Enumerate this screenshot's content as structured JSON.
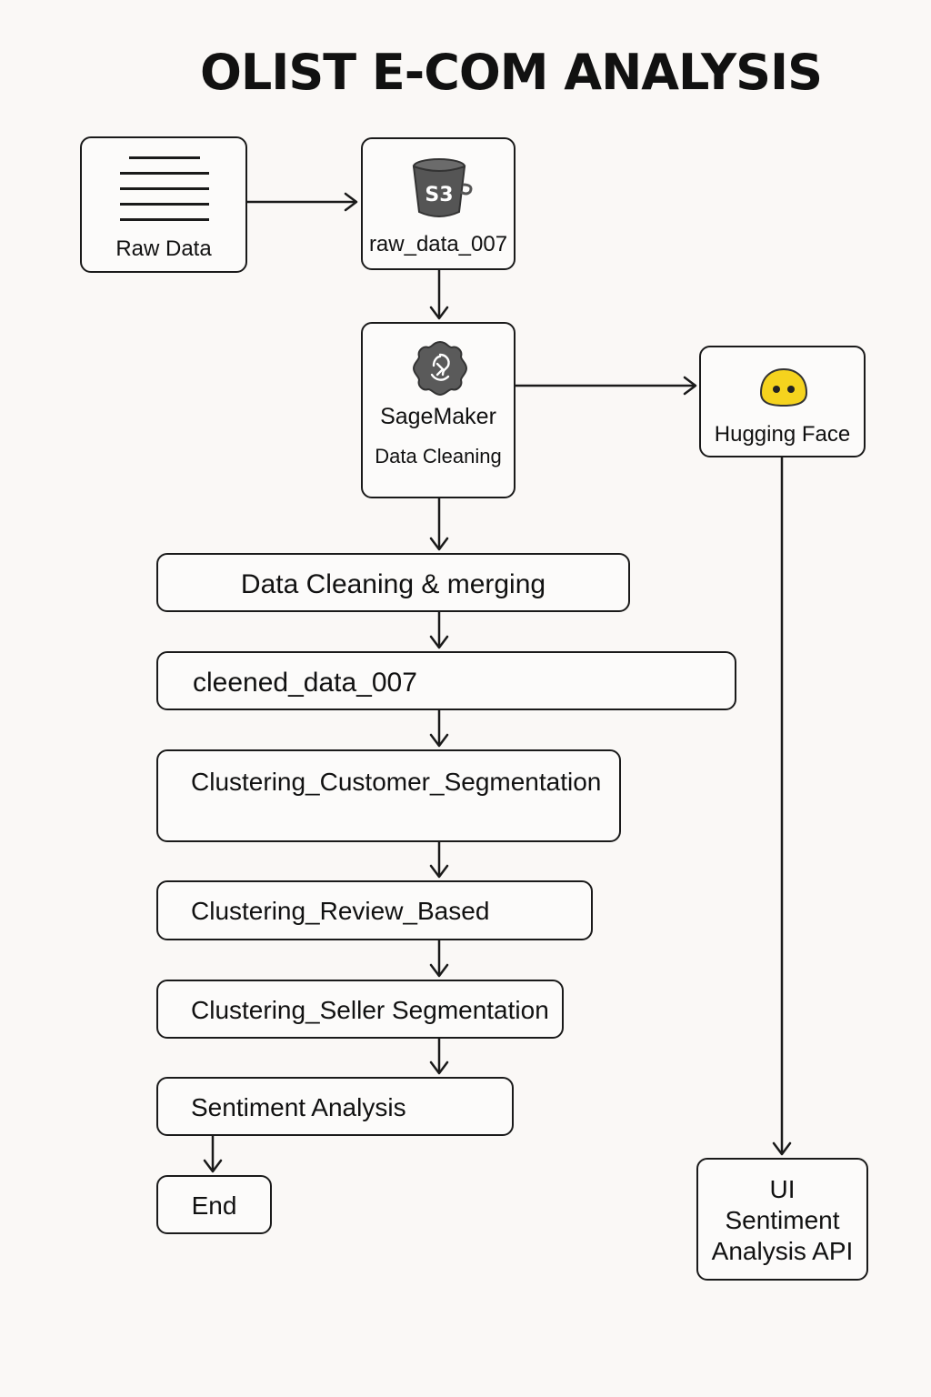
{
  "title": "OLIST E-COM ANALYSIS",
  "nodes": {
    "raw_data": {
      "label": "Raw Data",
      "icon": "document-lines-icon"
    },
    "s3": {
      "label": "raw_data_007",
      "icon": "s3-bucket-icon",
      "icon_text": "S3",
      "icon_color": "#555555"
    },
    "sagemaker": {
      "label": "SageMaker",
      "sublabel": "Data Cleaning",
      "icon": "sagemaker-icon",
      "icon_color": "#555555"
    },
    "hugging_face": {
      "label": "Hugging Face",
      "icon": "hugging-face-icon",
      "icon_color": "#F5D31E"
    },
    "api": {
      "lines": [
        "UI",
        "Sentiment",
        "Analysis API"
      ]
    }
  },
  "pipeline": [
    {
      "id": "merge",
      "label": "Data Cleaning & merging"
    },
    {
      "id": "cleaned",
      "label": "cleened_data_007"
    },
    {
      "id": "customer",
      "label": "Clustering_Customer_Segmentation"
    },
    {
      "id": "review",
      "label": "Clustering_Review_Based"
    },
    {
      "id": "seller",
      "label": "Clustering_Seller Segmentation"
    },
    {
      "id": "sentiment",
      "label": "Sentiment Analysis"
    },
    {
      "id": "end",
      "label": "End"
    }
  ]
}
